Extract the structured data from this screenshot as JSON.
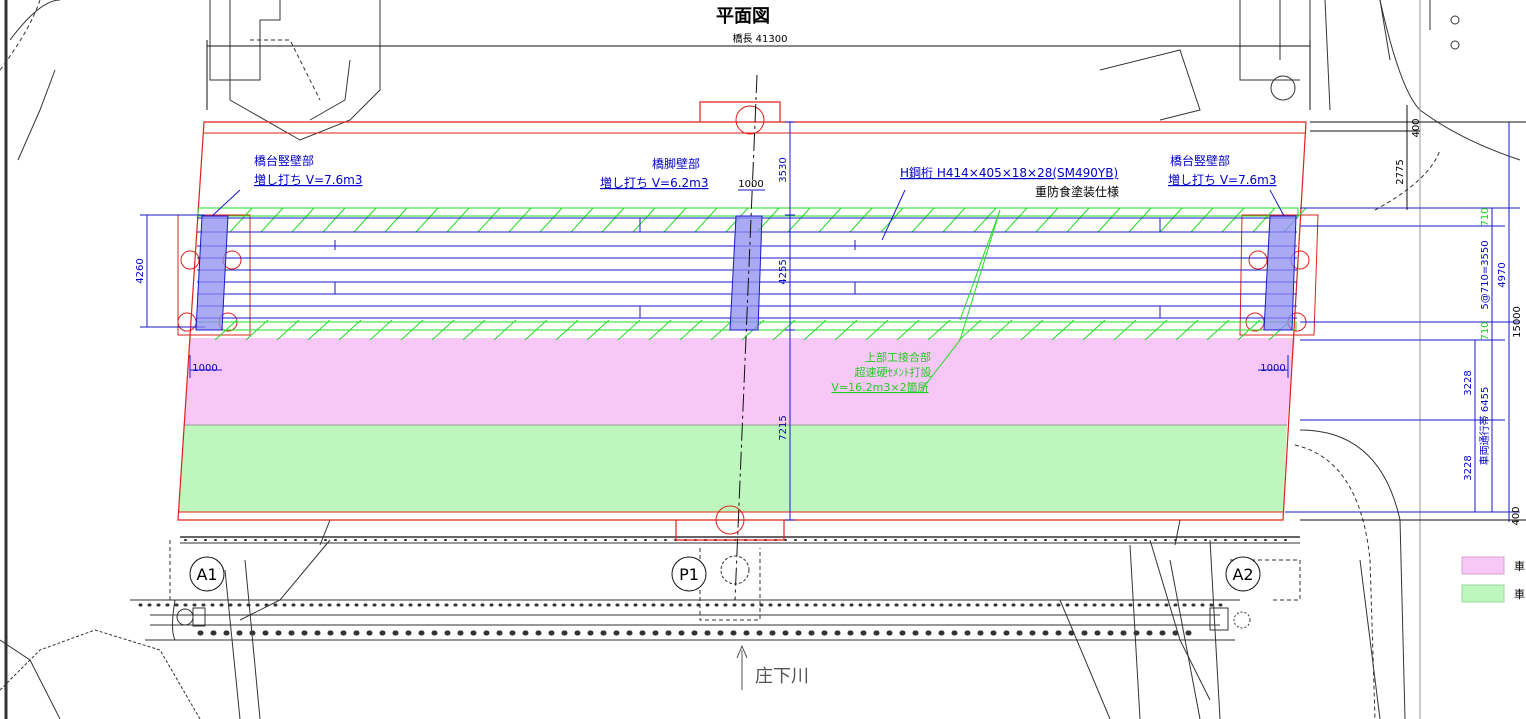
{
  "title": "平面図",
  "bridge_length_label": "橋長  41300",
  "labels": {
    "abut_left_1": "橋台竪壁部",
    "abut_left_2": "増し打ち V=7.6m3",
    "pier_1": "橋脚壁部",
    "pier_2": "増し打ち V=6.2m3",
    "girder_1": "H鋼桁  H414×405×18×28(SM490YB)",
    "girder_2": "重防食塗装仕様",
    "abut_right_1": "橋台竪壁部",
    "abut_right_2": "増し打ち V=7.6m3",
    "joint_1": "上部工接合部",
    "joint_2": "超速硬ｾﾒﾝﾄ打設",
    "joint_3": "V=16.2m3×2箇所",
    "river": "庄下川"
  },
  "supports": [
    "A1",
    "P1",
    "A2"
  ],
  "dimensions": {
    "d3530": "3530",
    "d4255": "4255",
    "d7215": "7215",
    "d1000_pier": "1000",
    "d1000_left": "1000",
    "d1000_right": "1000",
    "d4260": "4260",
    "d400_top": "400",
    "d2775": "2775",
    "d710_top": "710",
    "d5at710": "5@710=3550",
    "d4970": "4970",
    "d710_bot": "710",
    "d3228_a": "3228",
    "d6455": "車両通行帯  6455",
    "d3228_b": "3228",
    "d15000": "15000",
    "d400_bot": "400"
  },
  "legend": [
    {
      "label": "車",
      "color": "#f7c8f5"
    },
    {
      "label": "車",
      "color": "#bdf7bd"
    }
  ],
  "colors": {
    "outline": "#e0201a",
    "dimension": "#1a1acc",
    "hatch": "#22dd22",
    "lane_pink": "#f7c8f5",
    "lane_green": "#bdf7bd",
    "wall_fill": "#8c8cf0"
  }
}
